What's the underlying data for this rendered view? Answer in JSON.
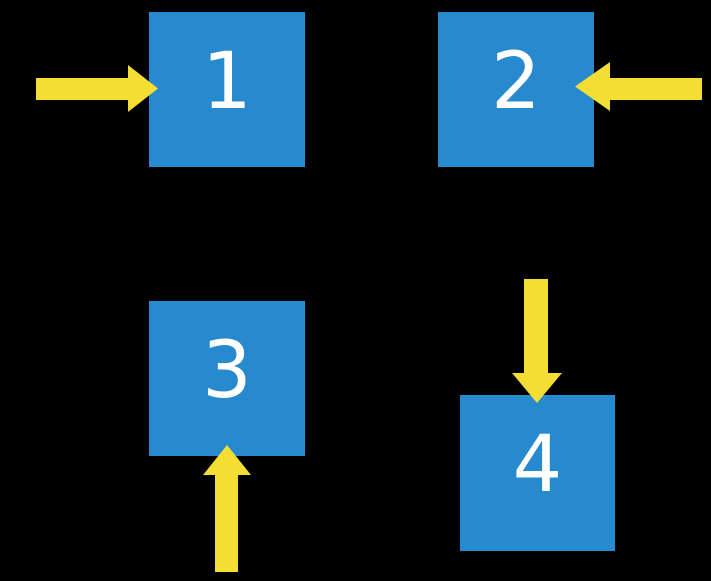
{
  "colors": {
    "background": "#000000",
    "square": "#2789CE",
    "arrow": "#F5DE33",
    "number": "#FFFFFF"
  },
  "squares": [
    {
      "label": "1",
      "arrow_direction": "right",
      "arrow_side": "left"
    },
    {
      "label": "2",
      "arrow_direction": "left",
      "arrow_side": "right"
    },
    {
      "label": "3",
      "arrow_direction": "up",
      "arrow_side": "bottom"
    },
    {
      "label": "4",
      "arrow_direction": "down",
      "arrow_side": "top"
    }
  ]
}
